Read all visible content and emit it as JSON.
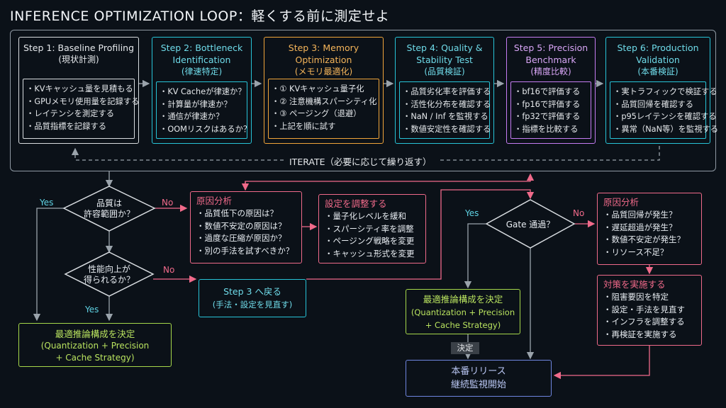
{
  "title": "INFERENCE OPTIMIZATION LOOP：軽くする前に測定せよ",
  "colors": {
    "white": "#e6e9ec",
    "cyan": "#27c4d8",
    "orange": "#f0a43a",
    "purple": "#c57cf2",
    "pink": "#f06a8a",
    "green": "#a6d84a",
    "blue": "#6f86e0",
    "gray": "#9aa3ab"
  },
  "steps": [
    {
      "title1": "Step 1: Baseline Profiling",
      "title2": "",
      "title3": "(現状計測)",
      "items": [
        "KVキャッシュ量を見積もる",
        "GPUメモリ使用量を記録する",
        "レイテンシを測定する",
        "品質指標を記録する"
      ]
    },
    {
      "title1": "Step 2: Bottleneck",
      "title2": "Identification",
      "title3": "(律速特定)",
      "items": [
        "KV Cacheが律速か？",
        "計算量が律速か？",
        "通信が律速か？",
        "OOMリスクはあるか？"
      ]
    },
    {
      "title1": "Step 3: Memory Optimization",
      "title2": "",
      "title3": "(メモリ最適化)",
      "items": [
        "① KVキャッシュ量子化",
        "② 注意機構スパーシティ化",
        "③ ページング（退避）",
        "上記を順に試す"
      ]
    },
    {
      "title1": "Step 4: Quality &",
      "title2": "Stability Test",
      "title3": "(品質検証)",
      "items": [
        "品質劣化率を評価する",
        "活性化分布を確認する",
        "NaN / Inf を監視する",
        "数値安定性を確認する"
      ]
    },
    {
      "title1": "Step 5: Precision",
      "title2": "Benchmark",
      "title3": "(精度比較)",
      "items": [
        "bf16で評価する",
        "fp16で評価する",
        "fp32で評価する",
        "指標を比較する"
      ]
    },
    {
      "title1": "Step 6: Production",
      "title2": "Validation",
      "title3": "(本番検証)",
      "items": [
        "実トラフィックで検証する",
        "品質回帰を確認する",
        "p95レイテンシを確認する",
        "異常（NaN等）を監視する"
      ]
    }
  ],
  "iterate": "ITERATE（必要に応じて繰り返す）",
  "decision1": {
    "line1": "品質は",
    "line2": "許容範囲か？",
    "yes": "Yes",
    "no": "No"
  },
  "decision2": {
    "line1": "性能向上が",
    "line2": "得られるか？",
    "yes": "Yes",
    "no": "No"
  },
  "cause1": {
    "heading": "原因分析",
    "items": [
      "品質低下の原因は？",
      "数値不安定の原因は？",
      "過度な圧縮が原因か？",
      "別の手法を試すべきか？"
    ]
  },
  "adjust": {
    "heading": "設定を調整する",
    "items": [
      "量子化レベルを緩和",
      "スパーシティ率を調整",
      "ページング戦略を変更",
      "キャッシュ形式を変更"
    ]
  },
  "back3": {
    "line1": "Step 3 へ戻る",
    "line2": "(手法・設定を見直す)"
  },
  "decide_left": {
    "line1": "最適推論構成を決定",
    "line2": "(Quantization + Precision",
    "line3": "+ Cache Strategy)"
  },
  "gate": {
    "label": "Gate 通過？",
    "yes": "Yes",
    "no": "No"
  },
  "decide_right": {
    "line1": "最適推論構成を決定",
    "line2": "(Quantization + Precision",
    "line3": "+ Cache Strategy)"
  },
  "decide_tag": "決定",
  "release": {
    "line1": "本番リリース",
    "line2": "継続監視開始"
  },
  "cause2": {
    "heading": "原因分析",
    "items": [
      "品質回帰が発生？",
      "遅延超過が発生？",
      "数値不安定が発生？",
      "リソース不足？"
    ]
  },
  "action": {
    "heading": "対策を実施する",
    "items": [
      "阻害要因を特定",
      "設定・手法を見直す",
      "インフラを調整する",
      "再検証を実施する"
    ]
  }
}
